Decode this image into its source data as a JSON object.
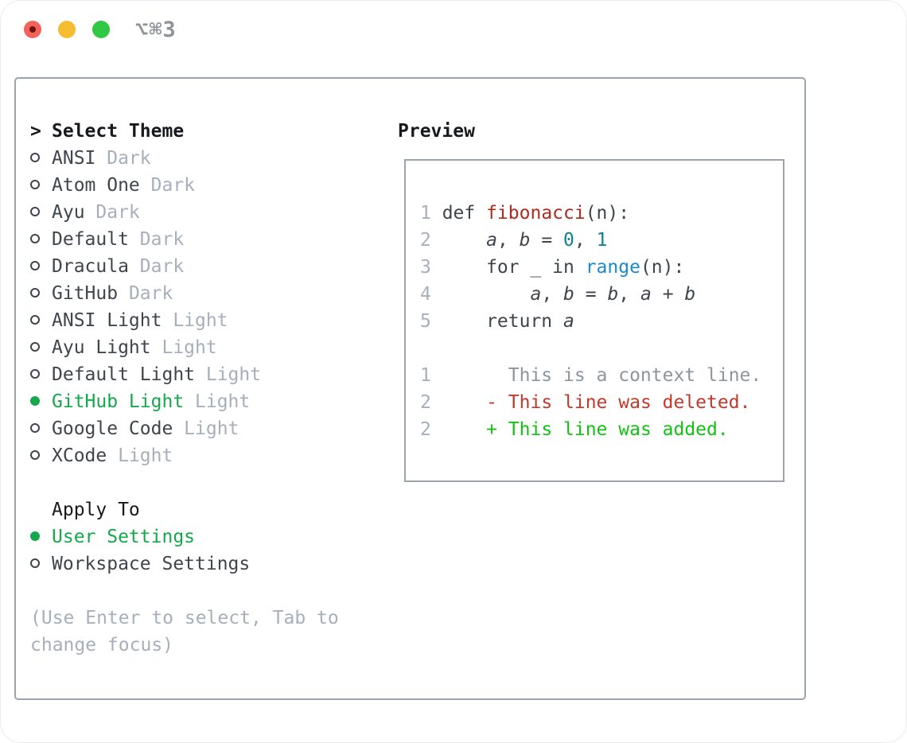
{
  "window": {
    "title": "⌥⌘3"
  },
  "theme_panel": {
    "prompt": ">",
    "title": "Select Theme",
    "themes": [
      {
        "name": "ANSI",
        "variant": "Dark",
        "selected": false
      },
      {
        "name": "Atom One",
        "variant": "Dark",
        "selected": false
      },
      {
        "name": "Ayu",
        "variant": "Dark",
        "selected": false
      },
      {
        "name": "Default",
        "variant": "Dark",
        "selected": false
      },
      {
        "name": "Dracula",
        "variant": "Dark",
        "selected": false
      },
      {
        "name": "GitHub",
        "variant": "Dark",
        "selected": false
      },
      {
        "name": "ANSI Light",
        "variant": "Light",
        "selected": false
      },
      {
        "name": "Ayu Light",
        "variant": "Light",
        "selected": false
      },
      {
        "name": "Default Light",
        "variant": "Light",
        "selected": false
      },
      {
        "name": "GitHub Light",
        "variant": "Light",
        "selected": true
      },
      {
        "name": "Google Code",
        "variant": "Light",
        "selected": false
      },
      {
        "name": "XCode",
        "variant": "Light",
        "selected": false
      }
    ],
    "apply_to": {
      "label": "Apply To",
      "options": [
        {
          "name": "User Settings",
          "selected": true
        },
        {
          "name": "Workspace Settings",
          "selected": false
        }
      ]
    },
    "hint_line1": "(Use Enter to select, Tab to",
    "hint_line2": "change focus)"
  },
  "preview": {
    "label": "Preview",
    "lines": [
      {
        "num": "1",
        "tokens": [
          [
            "def ",
            "plain"
          ],
          [
            "fibonacci",
            "func"
          ],
          [
            "(n):",
            "plain"
          ]
        ]
      },
      {
        "num": "2",
        "tokens": [
          [
            "    ",
            "plain"
          ],
          [
            "a",
            "var"
          ],
          [
            ", ",
            "plain"
          ],
          [
            "b",
            "var"
          ],
          [
            " = ",
            "plain"
          ],
          [
            "0",
            "number"
          ],
          [
            ", ",
            "plain"
          ],
          [
            "1",
            "number"
          ]
        ]
      },
      {
        "num": "3",
        "tokens": [
          [
            "    for _ in ",
            "plain"
          ],
          [
            "range",
            "builtin"
          ],
          [
            "(n):",
            "plain"
          ]
        ]
      },
      {
        "num": "4",
        "tokens": [
          [
            "        ",
            "plain"
          ],
          [
            "a",
            "var"
          ],
          [
            ", ",
            "plain"
          ],
          [
            "b",
            "var"
          ],
          [
            " = ",
            "plain"
          ],
          [
            "b",
            "var"
          ],
          [
            ", ",
            "plain"
          ],
          [
            "a",
            "var"
          ],
          [
            " + ",
            "plain"
          ],
          [
            "b",
            "var"
          ]
        ]
      },
      {
        "num": "5",
        "tokens": [
          [
            "    return ",
            "plain"
          ],
          [
            "a",
            "var"
          ]
        ]
      },
      {
        "num": "",
        "tokens": []
      },
      {
        "num": "1",
        "tokens": [
          [
            "      This is a context line.",
            "context"
          ]
        ]
      },
      {
        "num": "2",
        "tokens": [
          [
            "    ",
            "plain"
          ],
          [
            "- This line was deleted.",
            "deleted"
          ]
        ]
      },
      {
        "num": "2",
        "tokens": [
          [
            "    ",
            "plain"
          ],
          [
            "+ This line was added.",
            "added"
          ]
        ]
      }
    ]
  },
  "colors": {
    "bg": "#ffffff",
    "panel_border": "#9aa3ae",
    "text_dark": "#3f454c",
    "text_black": "#17191d",
    "text_muted": "#a6afba",
    "green_selected": "#16a84c",
    "green_added": "#12c212",
    "red_deleted": "#c4372b",
    "red_function": "#b02a1e",
    "blue_builtin": "#1a8bd2",
    "teal_number": "#12818e",
    "gray_context": "#8e959c",
    "lineno": "#a6afba",
    "titlebar_red": "#f3625b",
    "titlebar_red_dot": "#6e1410",
    "titlebar_yellow": "#f7bd30",
    "titlebar_green": "#30c845",
    "title_text": "#8f9297"
  }
}
